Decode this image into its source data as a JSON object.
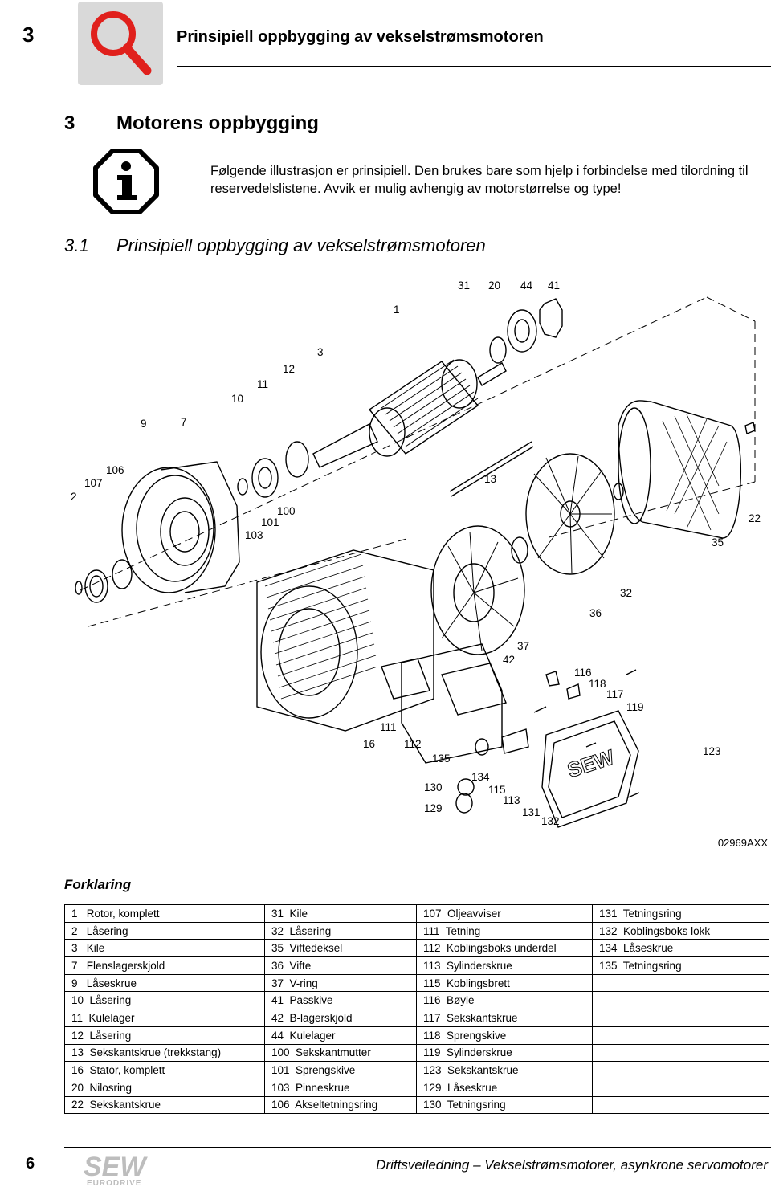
{
  "header": {
    "chapter_number": "3",
    "title": "Prinsipiell oppbygging av vekselstrømsmotoren"
  },
  "section": {
    "number": "3",
    "title": "Motorens oppbygging"
  },
  "info_note": "Følgende illustrasjon er prinsipiell. Den brukes bare som hjelp i forbindelse med tilordning til reservedelslistene. Avvik er mulig avhengig av motorstørrelse og type!",
  "subsection": {
    "number": "3.1",
    "title": "Prinsipiell oppbygging av vekselstrømsmotoren"
  },
  "diagram": {
    "drawing_code": "02969AXX",
    "part_labels": [
      "1",
      "2",
      "3",
      "7",
      "9",
      "10",
      "11",
      "12",
      "13",
      "16",
      "20",
      "22",
      "31",
      "32",
      "35",
      "36",
      "37",
      "41",
      "42",
      "44",
      "100",
      "101",
      "103",
      "106",
      "107",
      "111",
      "112",
      "113",
      "115",
      "116",
      "117",
      "118",
      "119",
      "123",
      "129",
      "130",
      "131",
      "132",
      "134",
      "135"
    ],
    "logo_letters": "SEW"
  },
  "legend": {
    "title": "Forklaring",
    "rows": [
      [
        "1   Rotor, komplett",
        "31  Kile",
        "107  Oljeavviser",
        "131  Tetningsring"
      ],
      [
        "2   Låsering",
        "32  Låsering",
        "111  Tetning",
        "132  Koblingsboks lokk"
      ],
      [
        "3   Kile",
        "35  Viftedeksel",
        "112  Koblingsboks underdel",
        "134  Låseskrue"
      ],
      [
        "7   Flenslagerskjold",
        "36  Vifte",
        "113  Sylinderskrue",
        "135  Tetningsring"
      ],
      [
        "9   Låseskrue",
        "37  V-ring",
        "115  Koblingsbrett",
        ""
      ],
      [
        "10  Låsering",
        "41  Passkive",
        "116  Bøyle",
        ""
      ],
      [
        "11  Kulelager",
        "42  B-lagerskjold",
        "117  Sekskantskrue",
        ""
      ],
      [
        "12  Låsering",
        "44  Kulelager",
        "118  Sprengskive",
        ""
      ],
      [
        "13  Sekskantskrue (trekkstang)",
        "100  Sekskantmutter",
        "119  Sylinderskrue",
        ""
      ],
      [
        "16  Stator, komplett",
        "101  Sprengskive",
        "123  Sekskantskrue",
        ""
      ],
      [
        "20  Nilosring",
        "103  Pinneskrue",
        "129  Låseskrue",
        ""
      ],
      [
        "22  Sekskantskrue",
        "106  Akseltetningsring",
        "130  Tetningsring",
        ""
      ]
    ]
  },
  "footer": {
    "page_number": "6",
    "logo_text": "SEW",
    "logo_subtext": "EURODRIVE",
    "text": "Driftsveiledning – Vekselstrømsmotorer, asynkrone servomotorer"
  }
}
